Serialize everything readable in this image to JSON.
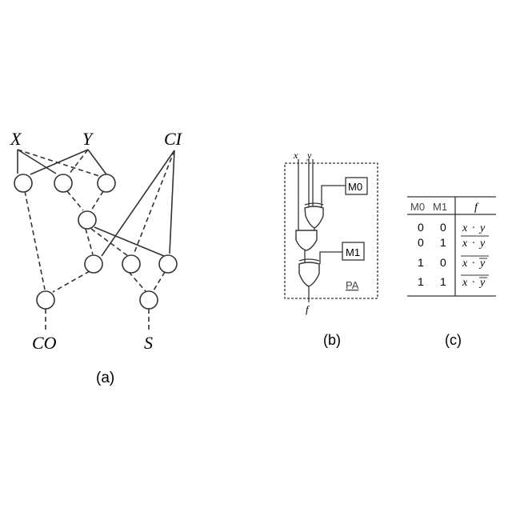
{
  "panel_a": {
    "inputs": {
      "x": "X",
      "y": "Y",
      "ci": "CI"
    },
    "outputs": {
      "co": "CO",
      "s": "S"
    },
    "caption": "(a)"
  },
  "panel_b": {
    "input_x": "x",
    "input_y": "y",
    "mux0": "M0",
    "mux1": "M1",
    "block_label": "PA",
    "output": "f",
    "caption": "(b)"
  },
  "panel_c": {
    "headers": {
      "m0": "M0",
      "m1": "M1",
      "f": "f"
    },
    "rows": [
      {
        "m0": "0",
        "m1": "0",
        "f_lhs": "x",
        "f_rhs": "y",
        "overline": "none"
      },
      {
        "m0": "0",
        "m1": "1",
        "f_lhs": "x",
        "f_rhs": "y",
        "overline": "all"
      },
      {
        "m0": "1",
        "m1": "0",
        "f_lhs": "x",
        "f_rhs": "y",
        "overline": "all+rhs"
      },
      {
        "m0": "1",
        "m1": "1",
        "f_lhs": "x",
        "f_rhs": "y",
        "overline": "all+rhs"
      }
    ],
    "dot": "·",
    "caption": "(c)"
  }
}
